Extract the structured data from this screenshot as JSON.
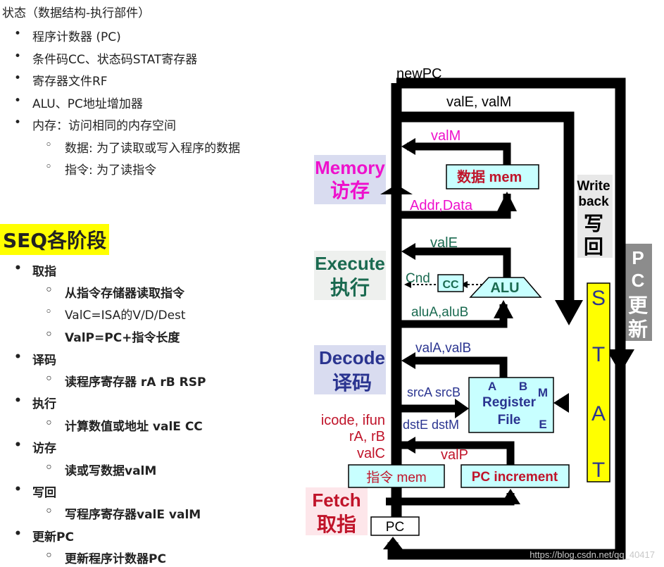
{
  "state_section": {
    "title": "状态（数据结构-执行部件）",
    "items": [
      "程序计数器 (PC)",
      "条件码CC、状态码STAT寄存器",
      "寄存器文件RF",
      "ALU、PC地址增加器",
      "内存：访问相同的内存空间"
    ],
    "memory_subitems": [
      "数据: 为了读取或写入程序的数据",
      "指令: 为了读指令"
    ]
  },
  "seq_section": {
    "title": "SEQ各阶段",
    "stages": [
      {
        "name": "取指",
        "details": [
          "从指令存储器读取指令",
          "ValC=ISA的V/D/Dest",
          "ValP=PC+指令长度"
        ]
      },
      {
        "name": "译码",
        "details": [
          "读程序寄存器 rA rB RSP"
        ]
      },
      {
        "name": "执行",
        "details": [
          "计算数值或地址 valE  CC"
        ]
      },
      {
        "name": "访存",
        "details": [
          "读或写数据valM"
        ]
      },
      {
        "name": "写回",
        "details": [
          "写程序寄存器valE valM"
        ]
      },
      {
        "name": "更新PC",
        "details": [
          "更新程序计数器PC"
        ]
      }
    ]
  },
  "diagram": {
    "newpc": "newPC",
    "vale_valm_top": "valE, valM",
    "valm": "valM",
    "data_mem": "数据 mem",
    "addr_data": "Addr,Data",
    "stage_memory_en": "Memory",
    "stage_memory_cn": "访存",
    "stage_execute_en": "Execute",
    "stage_execute_cn": "执行",
    "stage_decode_en": "Decode",
    "stage_decode_cn": "译码",
    "stage_fetch_en": "Fetch",
    "stage_fetch_cn": "取指",
    "writeback_en_1": "Write",
    "writeback_en_2": "back",
    "writeback_cn_1": "写",
    "writeback_cn_2": "回",
    "pc_update_1": "P",
    "pc_update_2": "C",
    "pc_update_3": "更",
    "pc_update_4": "新",
    "stat_letters": [
      "S",
      "T",
      "A",
      "T"
    ],
    "vale": "valE",
    "cnd": "Cnd",
    "cc": "CC",
    "alu": "ALU",
    "alua_alub": "aluA,aluB",
    "vala_valb": "valA,valB",
    "srca_srcb": "srcA srcB",
    "dste_dstm": "dstE dstM",
    "reg_a": "A",
    "reg_b": "B",
    "reg_m": "M",
    "reg_e": "E",
    "register": "Register",
    "file": "File",
    "icode_ifun": "icode, ifun",
    "ra_rb": "rA, rB",
    "valc": "valC",
    "valp": "valP",
    "instr_mem": "指令  mem",
    "pc_increment": "PC increment",
    "pc_box": "PC",
    "watermark": "https://blog.csdn.net/qq_40417",
    "colors": {
      "magenta": "#ee11cc",
      "crimson": "#c0142a",
      "green": "#1a6a50",
      "navy": "#2a3490",
      "lightblue": "#c8ffff",
      "stat_yellow": "#ffff00",
      "stage_bg": "#d9dcf0"
    }
  }
}
